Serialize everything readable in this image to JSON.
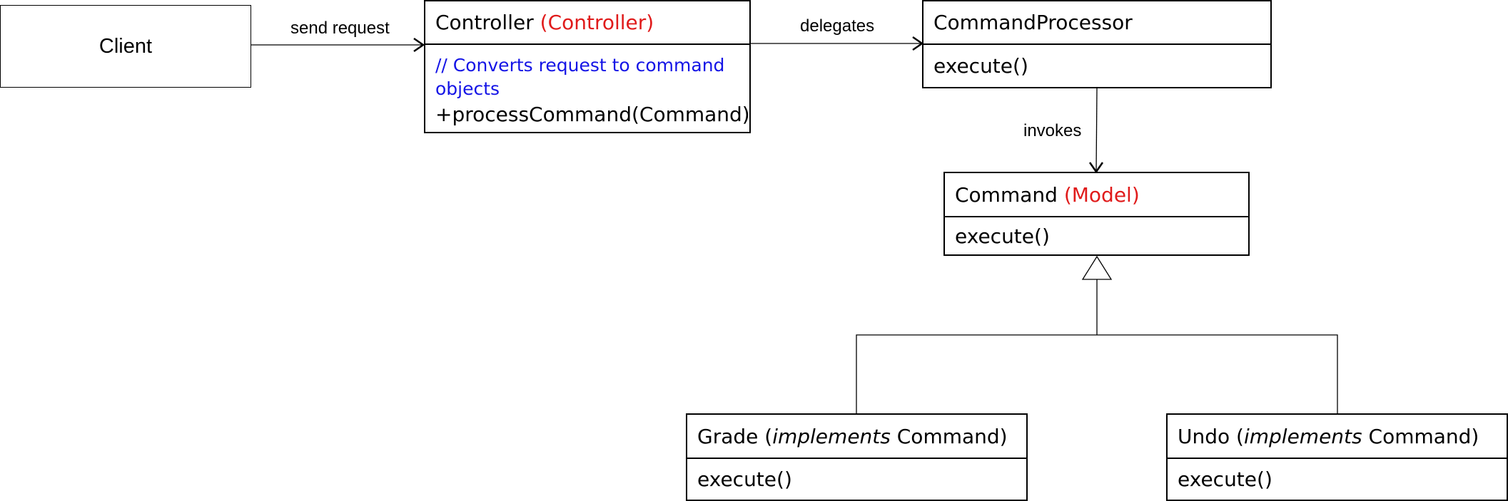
{
  "client": {
    "label": "Client"
  },
  "controller": {
    "name": "Controller",
    "stereotype": "(Controller)",
    "comment": "// Converts request to command objects",
    "method": "+processCommand(Command)"
  },
  "command_processor": {
    "name": "CommandProcessor",
    "method": "execute()"
  },
  "command": {
    "name": "Command",
    "stereotype": "(Model)",
    "method": "execute()"
  },
  "grade": {
    "name": "Grade (",
    "keyword": "implements",
    "suffix": " Command)",
    "method": "execute()"
  },
  "undo": {
    "name": "Undo (",
    "keyword": "implements",
    "suffix": " Command)",
    "method": "execute()"
  },
  "edges": {
    "send_request": "send request",
    "delegates": "delegates",
    "invokes": "invokes"
  },
  "colors": {
    "stereotype": "#e01b1b",
    "comment": "#1414e6"
  }
}
